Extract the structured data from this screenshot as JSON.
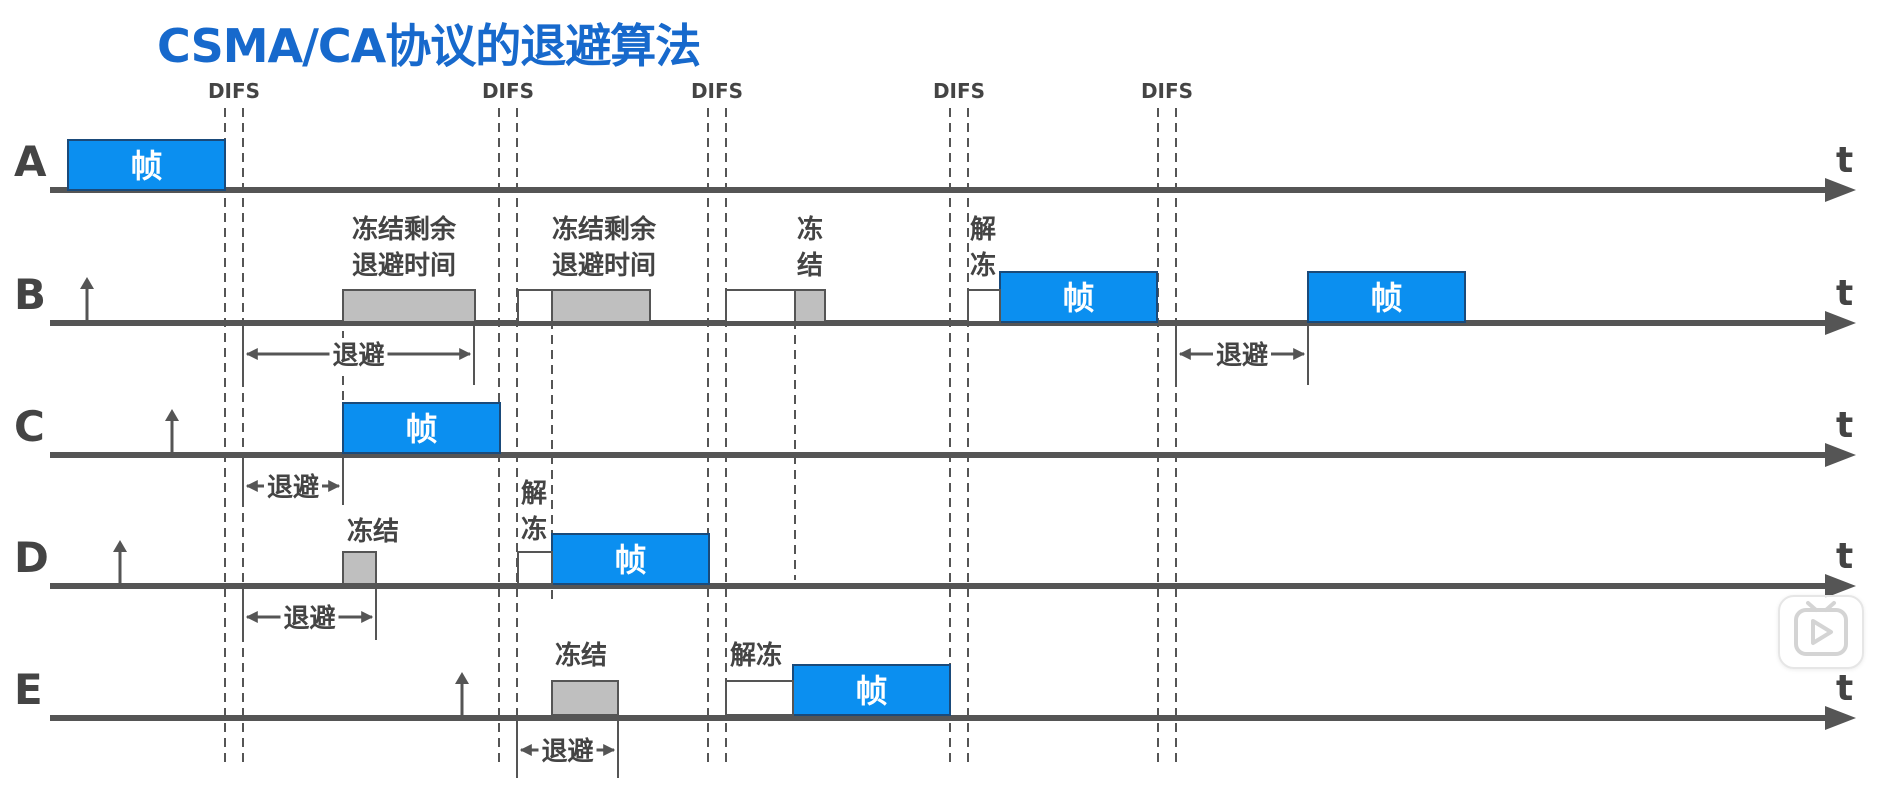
{
  "title": "CSMA/CA协议的退避算法",
  "difs_label": "DIFS",
  "time_label": "t",
  "frame_label": "帧",
  "stations": [
    "A",
    "B",
    "C",
    "D",
    "E"
  ],
  "labels": {
    "b_freeze_remaining_1": [
      "冻结剩余",
      "退避时间"
    ],
    "b_freeze_remaining_2": [
      "冻结剩余",
      "退避时间"
    ],
    "b_freeze": [
      "冻",
      "结"
    ],
    "b_unfreeze": [
      "解",
      "冻"
    ],
    "d_freeze": "冻结",
    "d_unfreeze": [
      "解",
      "冻"
    ],
    "e_freeze": "冻结",
    "e_unfreeze": "解冻",
    "backoff": "退避"
  },
  "colors": {
    "title": "#1769cc",
    "frame_fill": "#0b8ff0",
    "frame_border": "#1a4a7a",
    "backoff_fill": "#bfbfbf",
    "line": "#555555",
    "text": "#444444"
  },
  "icons": [
    "play-button-icon"
  ]
}
